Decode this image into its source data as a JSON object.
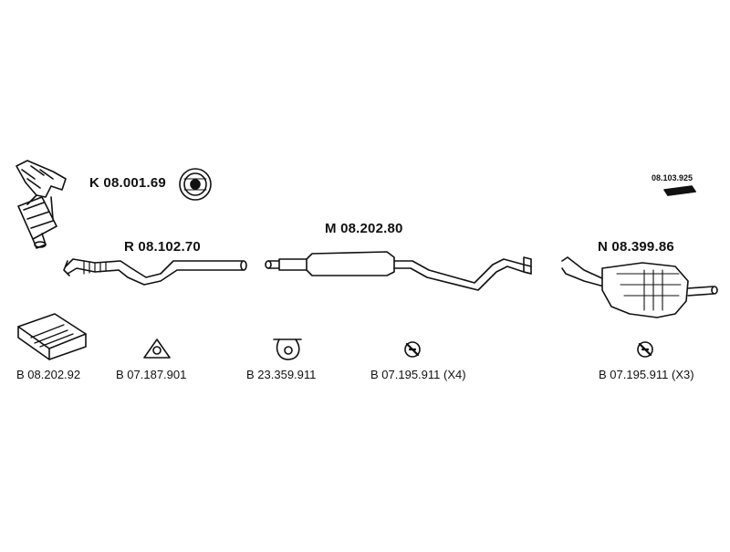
{
  "parts": {
    "catalyst": {
      "code": "K 08.001.69",
      "icon": "catalytic-converter-manifold"
    },
    "front_pipe": {
      "code": "R 08.102.70",
      "icon": "front-exhaust-pipe"
    },
    "middle_silencer": {
      "code": "M 08.202.80",
      "icon": "middle-silencer-pipe"
    },
    "rear_silencer": {
      "code": "N 08.399.86",
      "icon": "rear-silencer"
    },
    "mounting_kit": {
      "code": "08.103.925",
      "icon": "mounting-kit"
    }
  },
  "accessories": [
    {
      "code": "B 08.202.92",
      "icon": "assembly-kit-box"
    },
    {
      "code": "B 07.187.901",
      "icon": "triangular-gasket"
    },
    {
      "code": "B 23.359.911",
      "icon": "pipe-clamp"
    },
    {
      "code": "B 07.195.911 (X4)",
      "icon": "rubber-hanger"
    },
    {
      "code": "B 07.195.911 (X3)",
      "icon": "rubber-hanger"
    }
  ],
  "badge": {
    "icon": "certification-seal"
  }
}
